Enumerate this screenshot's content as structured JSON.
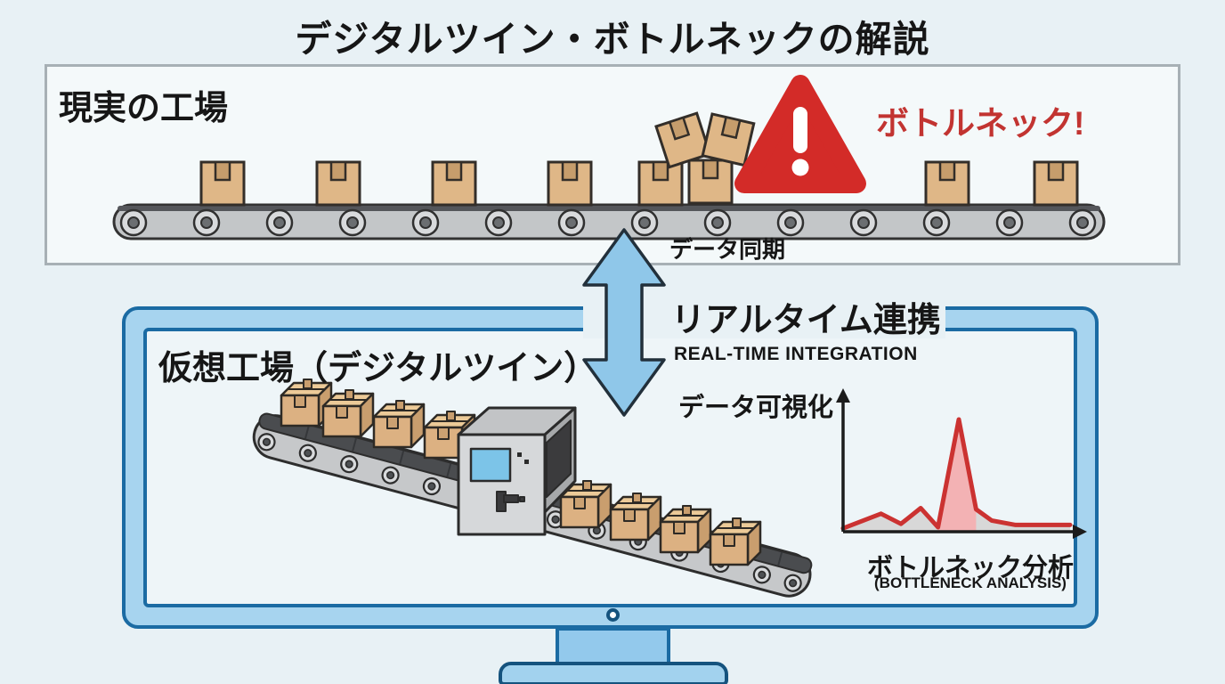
{
  "title": "デジタルツイン・ボトルネックの解説",
  "real_factory": {
    "label": "現実の工場",
    "bottleneck_alert": "ボトルネック!",
    "data_sync_label": "データ同期"
  },
  "integration": {
    "label_jp": "リアルタイム連携",
    "label_en": "REAL-TIME INTEGRATION"
  },
  "virtual_factory": {
    "label": "仮想工場（デジタルツイン）",
    "data_viz_label": "データ可視化"
  },
  "chart_data": {
    "type": "area",
    "title": "ボトルネック分析",
    "subtitle": "(BOTTLENECK ANALYSIS)",
    "ylabel": "データ可視化",
    "xlabel": "",
    "x": [
      0,
      16.7,
      25.5,
      34.2,
      41.8,
      51,
      58.6,
      65.4,
      76,
      100
    ],
    "values": [
      3,
      16,
      7,
      21,
      4,
      100,
      20,
      10,
      6,
      6
    ],
    "ylim": [
      0,
      100
    ],
    "highlight_range": [
      41.8,
      58.6
    ],
    "legend": "none",
    "grid": false,
    "line_color": "#cb3231",
    "highlight_fill": "#f3b2b4",
    "area_fill": "#d8d8d8",
    "axis_color": "#1c1c1c"
  },
  "colors": {
    "background": "#e8f1f5",
    "panel_bg": "#f4f9fa",
    "panel_border": "#a7b0b5",
    "monitor_fill": "#a7d4ef",
    "monitor_border": "#1b6ba3",
    "arrow_blue": "#8fc7e9",
    "alert_red": "#d32b28",
    "alert_text_red": "#c23431",
    "box_tan": "#dfb787",
    "box_tape": "#c69d6c",
    "belt_gray": "#c3c6c8",
    "belt_dark": "#4a4c4f"
  },
  "icons": {
    "warning": "exclamation-triangle",
    "sync_arrow": "double-headed-vertical-arrow",
    "power": "power-indicator-dot"
  }
}
